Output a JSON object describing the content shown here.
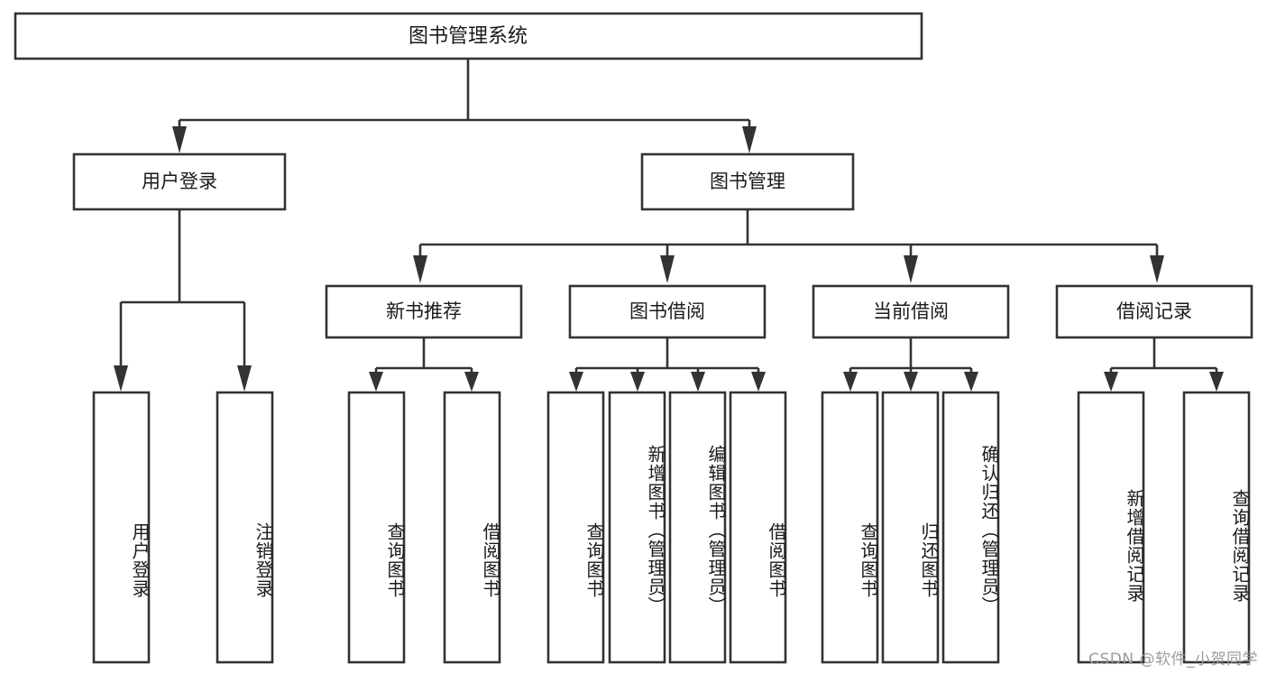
{
  "diagram": {
    "type": "tree",
    "title": "图书管理系统",
    "watermark": "CSDN @软件_小贺同学",
    "colors": {
      "box_stroke": "#333333",
      "box_fill": "#ffffff",
      "text": "#1a1a1a",
      "background": "#ffffff",
      "watermark": "#9b9b9b"
    },
    "root": {
      "label": "图书管理系统"
    },
    "level2": [
      {
        "label": "用户登录"
      },
      {
        "label": "图书管理"
      }
    ],
    "level3": [
      {
        "label": "新书推荐"
      },
      {
        "label": "图书借阅"
      },
      {
        "label": "当前借阅"
      },
      {
        "label": "借阅记录"
      }
    ],
    "leaves": {
      "user_login": [
        {
          "label": "用户登录"
        },
        {
          "label": "注销登录"
        }
      ],
      "new_book": [
        {
          "label": "查询图书"
        },
        {
          "label": "借阅图书"
        }
      ],
      "book_borrow": [
        {
          "label": "查询图书"
        },
        {
          "label": "新增图书（管理员）"
        },
        {
          "label": "编辑图书（管理员）"
        },
        {
          "label": "借阅图书"
        }
      ],
      "current_borrow": [
        {
          "label": "查询图书"
        },
        {
          "label": "归还图书"
        },
        {
          "label": "确认归还（管理员）"
        }
      ],
      "borrow_record": [
        {
          "label": "新增借阅记录"
        },
        {
          "label": "查询借阅记录"
        }
      ]
    }
  }
}
